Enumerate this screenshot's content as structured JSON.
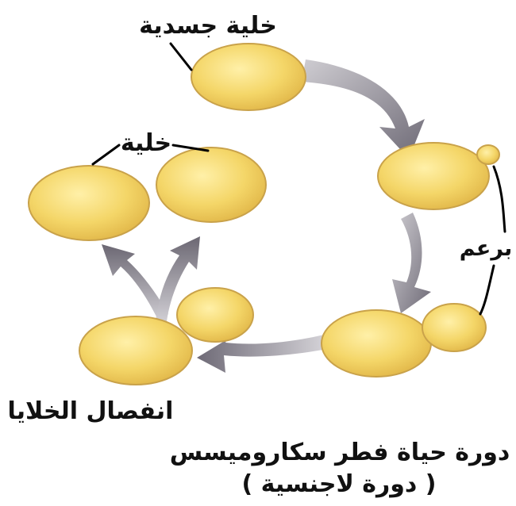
{
  "labels": {
    "somatic_cell": "خلية جسدية",
    "cell": "خلية",
    "bud": "برعم",
    "separation": "انفصال الخلايا",
    "title": "دورة حياة فطر سكاروميسس",
    "subtitle": "( دورة لاجنسية )"
  },
  "colors": {
    "cell_fill": "#f4d668",
    "cell_edge": "#c9a24a",
    "arrow": "#8a8690",
    "text": "#111111",
    "background": "#ffffff"
  }
}
